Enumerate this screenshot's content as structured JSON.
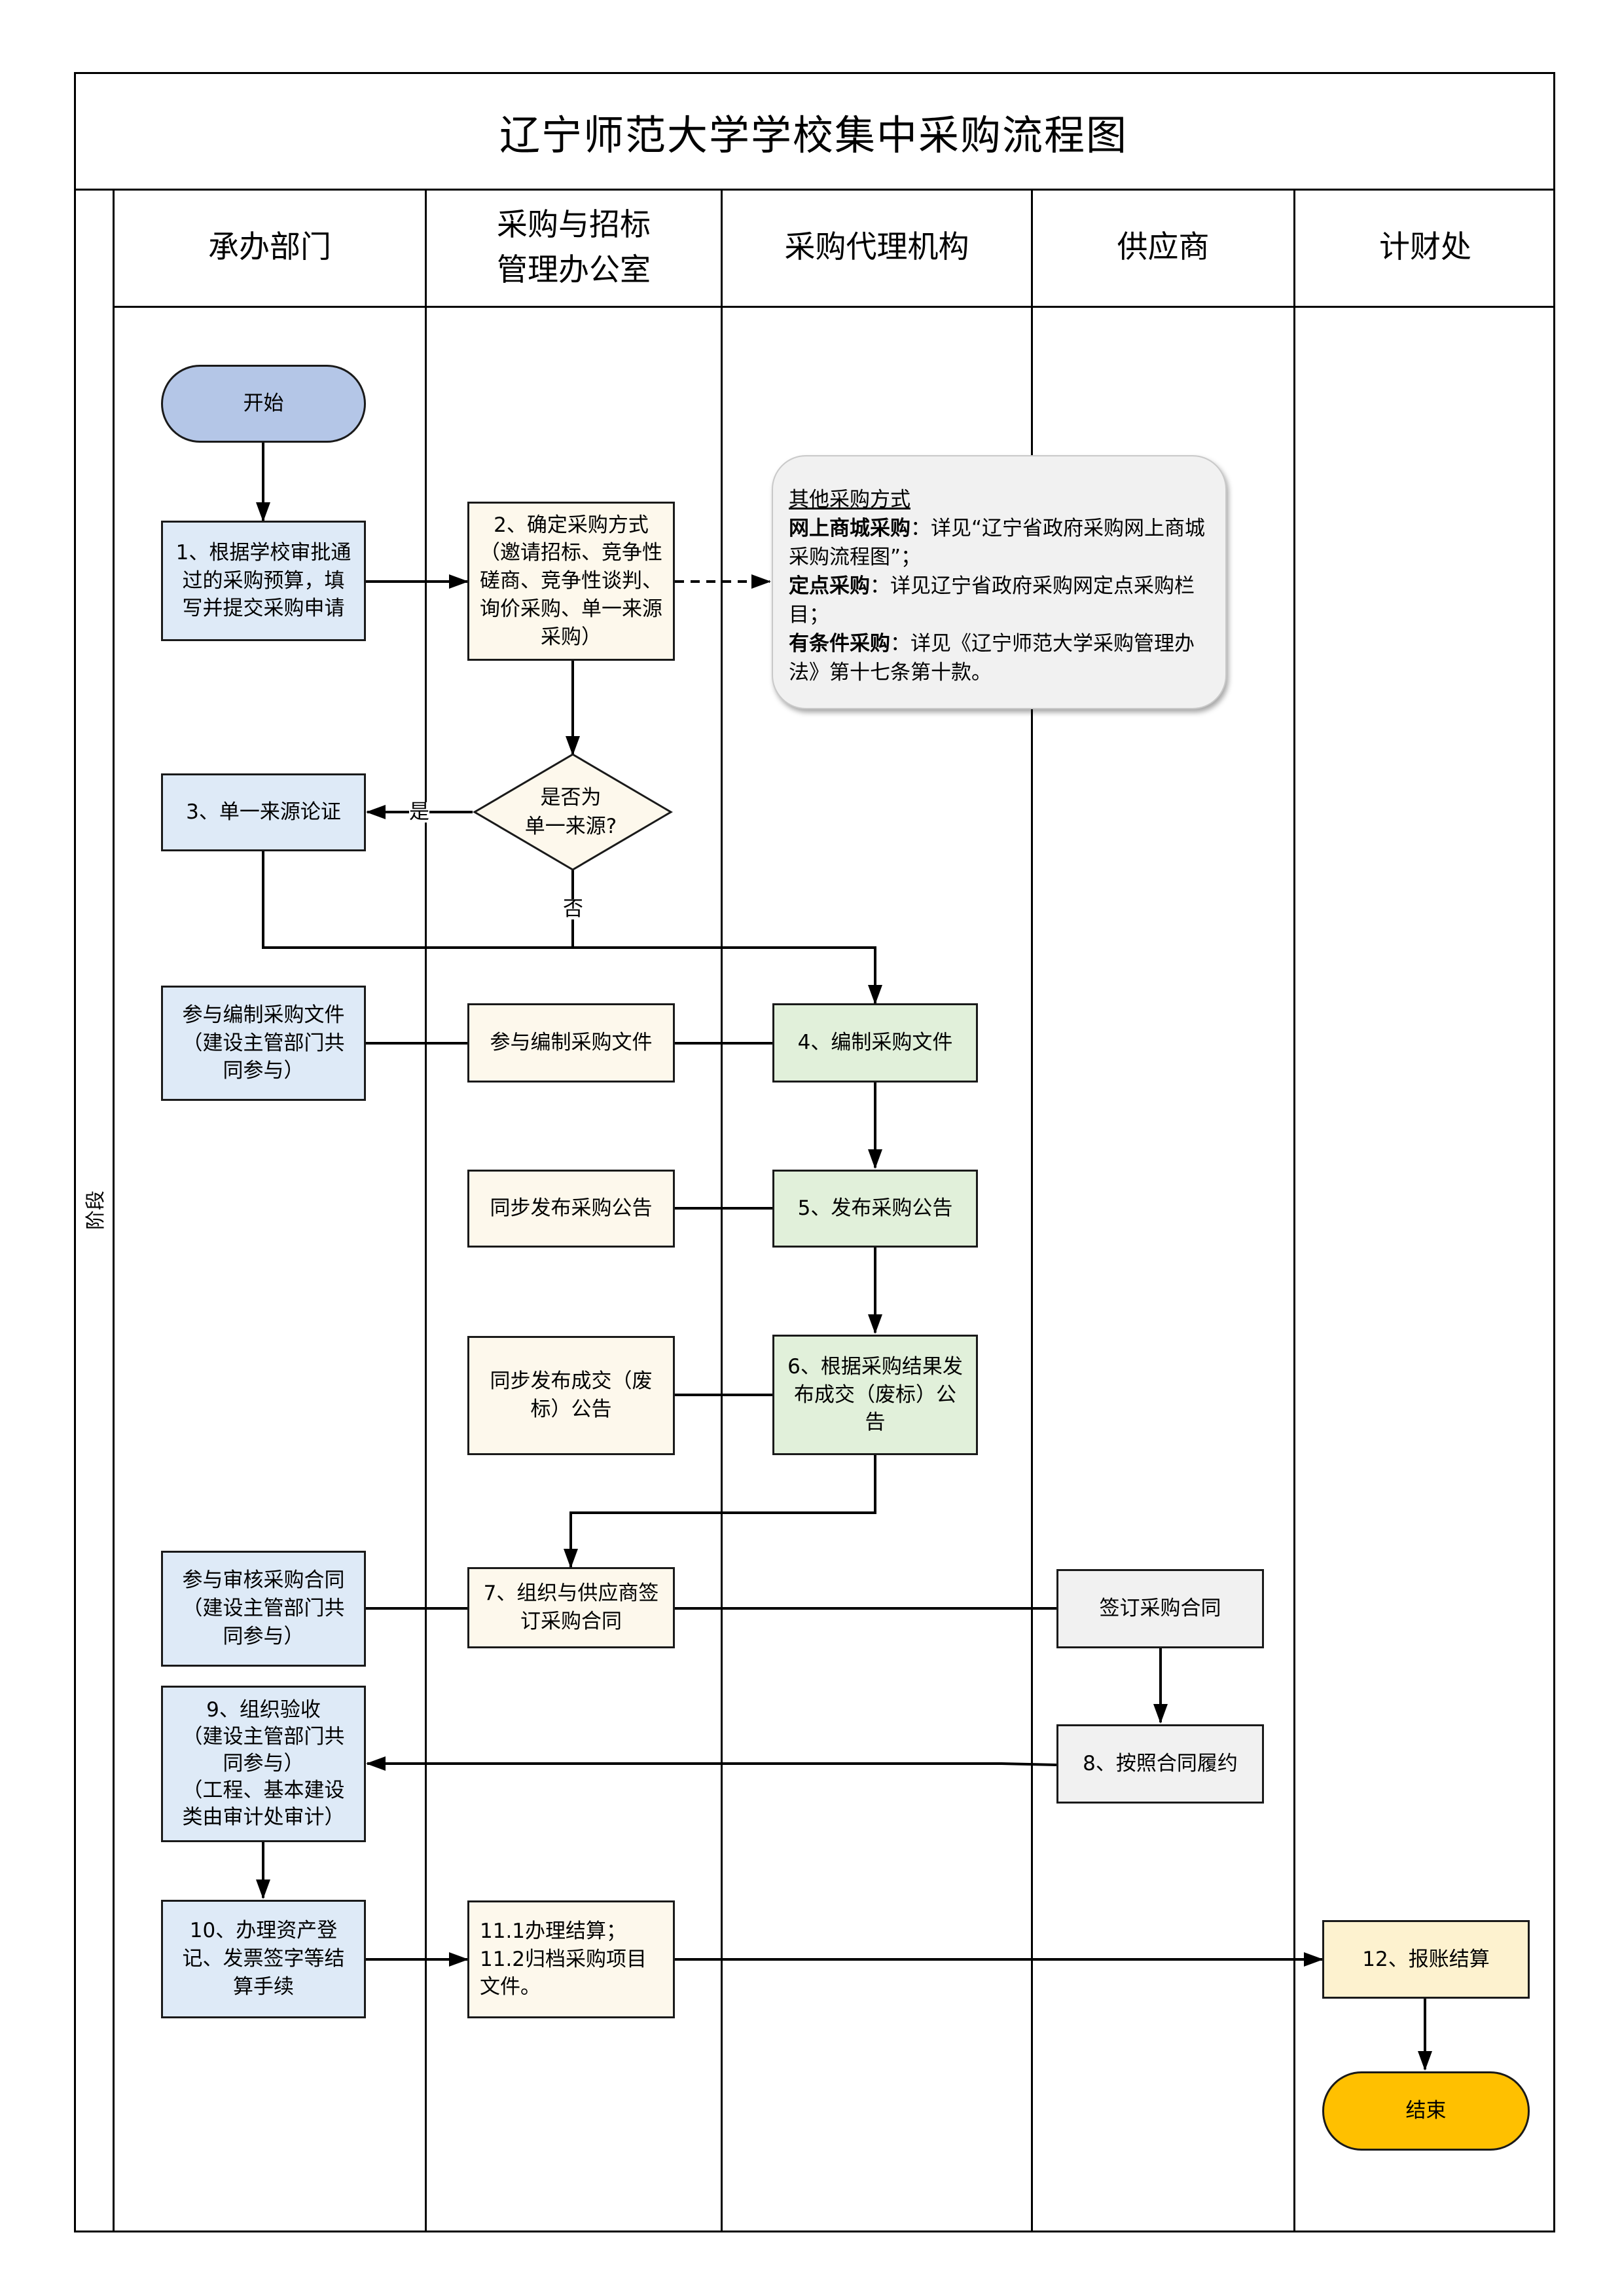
{
  "title": "辽宁师范大学学校集中采购流程图",
  "stage_label": "阶段",
  "lanes": [
    "承办部门",
    "采购与招标\n管理办公室",
    "采购代理机构",
    "供应商",
    "计财处"
  ],
  "nodes": {
    "start": "开始",
    "n1": "1、根据学校审批通过的采购预算，填写并提交采购申请",
    "n2": "2、确定采购方式（邀请招标、竞争性磋商、竞争性谈判、询价采购、单一来源采购）",
    "decision": "是否为\n单一来源?",
    "n3": "3、单一来源论证",
    "dept_doc": "参与编制采购文件（建设主管部门共同参与）",
    "office_doc": "参与编制采购文件",
    "n4": "4、编制采购文件",
    "office_notice": "同步发布采购公告",
    "n5": "5、发布采购公告",
    "office_result": "同步发布成交（废标）公告",
    "n6": "6、根据采购结果发布成交（废标）公告",
    "dept_contract": "参与审核采购合同（建设主管部门共同参与）",
    "n7": "7、组织与供应商签订采购合同",
    "supplier_sign": "签订采购合同",
    "n8": "8、按照合同履约",
    "n9": "9、组织验收\n（建设主管部门共同参与）\n（工程、基本建设类由审计处审计）",
    "n10": "10、办理资产登记、发票签字等结算手续",
    "n11": "11.1办理结算；\n11.2归档采购项目文件。",
    "n12": "12、报账结算",
    "end": "结束"
  },
  "labels": {
    "yes": "是",
    "no": "否"
  },
  "note": {
    "title": "其他采购方式",
    "items": [
      {
        "key": "网上商城采购",
        "text": "：详见“辽宁省政府采购网上商城采购流程图”；"
      },
      {
        "key": "定点采购",
        "text": "：详见辽宁省政府采购网定点采购栏目；"
      },
      {
        "key": "有条件采购",
        "text": "：详见《辽宁师范大学采购管理办法》第十七条第十款。"
      }
    ]
  },
  "colors": {
    "dept": "#deeaf7",
    "office": "#fdf8ec",
    "agency": "#e1f0da",
    "supplier": "#f1f1f1",
    "finance": "#fdf2cf",
    "start": "#b4c6e7",
    "end": "#ffc000"
  }
}
